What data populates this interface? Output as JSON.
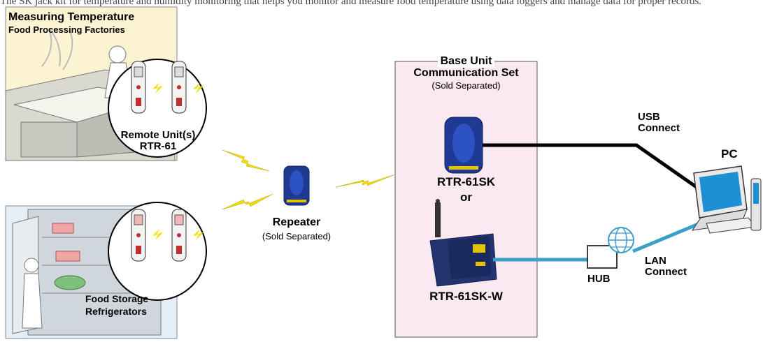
{
  "top_text": "The SK jack kit for temperature and humidity monitoring that helps you monitor and measure food temperature using data loggers and manage data for proper records.",
  "factory": {
    "title": "Measuring Temperature",
    "subtitle": "Food Processing Factories"
  },
  "remote": {
    "line1": "Remote Unit(s)",
    "line2": "RTR-61"
  },
  "storage": {
    "line1": "Food Storage",
    "line2": "Refrigerators"
  },
  "repeater": {
    "title": "Repeater",
    "note": "(Sold Separated)"
  },
  "base": {
    "line1": "Base Unit",
    "line2": "Communication Set",
    "note": "(Sold Separated)",
    "model1": "RTR-61SK",
    "or": "or",
    "model2": "RTR-61SK-W"
  },
  "usb": {
    "line1": "USB",
    "line2": "Connect"
  },
  "pc": {
    "label": "PC"
  },
  "hub": {
    "label": "HUB"
  },
  "lan": {
    "line1": "LAN",
    "line2": "Connect"
  },
  "colors": {
    "base_panel": "#fbe9f1",
    "factory_panel": "#fcf3d3",
    "storage_panel": "#e3eef6",
    "device_blue": "#1f3a93",
    "lan_cable": "#3aa0c8",
    "lightning": "#f2dd00"
  }
}
